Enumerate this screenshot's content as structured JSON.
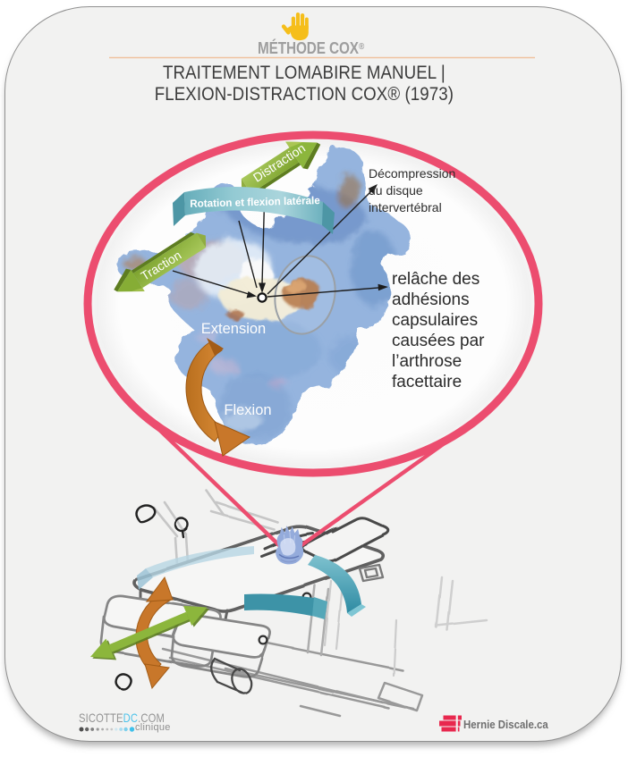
{
  "header": {
    "brand": "MÉTHODE COX",
    "brand_reg": "®",
    "title_line1": "TRAITEMENT LOMABIRE MANUEL |",
    "title_line2": "FLEXION-DISTRACTION COX® (1973)"
  },
  "diagram": {
    "labels": {
      "distraction": "Distraction",
      "rotation_flexion": "Rotation et flexion latérale",
      "traction": "Traction",
      "extension": "Extension",
      "flexion": "Flexion"
    },
    "annotations": {
      "decompression_line1": "Décompression",
      "decompression_line2": "du disque",
      "decompression_line3": "intervertébral",
      "relache_line1": "relâche des",
      "relache_line2": "adhésions",
      "relache_line3": "capsulaires",
      "relache_line4": "causées par",
      "relache_line5": "l’arthrose",
      "relache_line6": "facettaire"
    },
    "colors": {
      "magnifier_ring": "#ec4d6f",
      "green_arrow": "#8cb63c",
      "teal_ribbon": "#62aebc",
      "orange_arrow": "#c8772a",
      "table_teal": "#3d93a7",
      "hand_yellow": "#f5be1a"
    }
  },
  "footer": {
    "sicotte_part1": "SICOTTE",
    "sicotte_part2": "DC",
    "sicotte_part3": ".COM",
    "sicotte_tagline": "clinique",
    "hernie_label": "Hernie Discale.ca"
  }
}
